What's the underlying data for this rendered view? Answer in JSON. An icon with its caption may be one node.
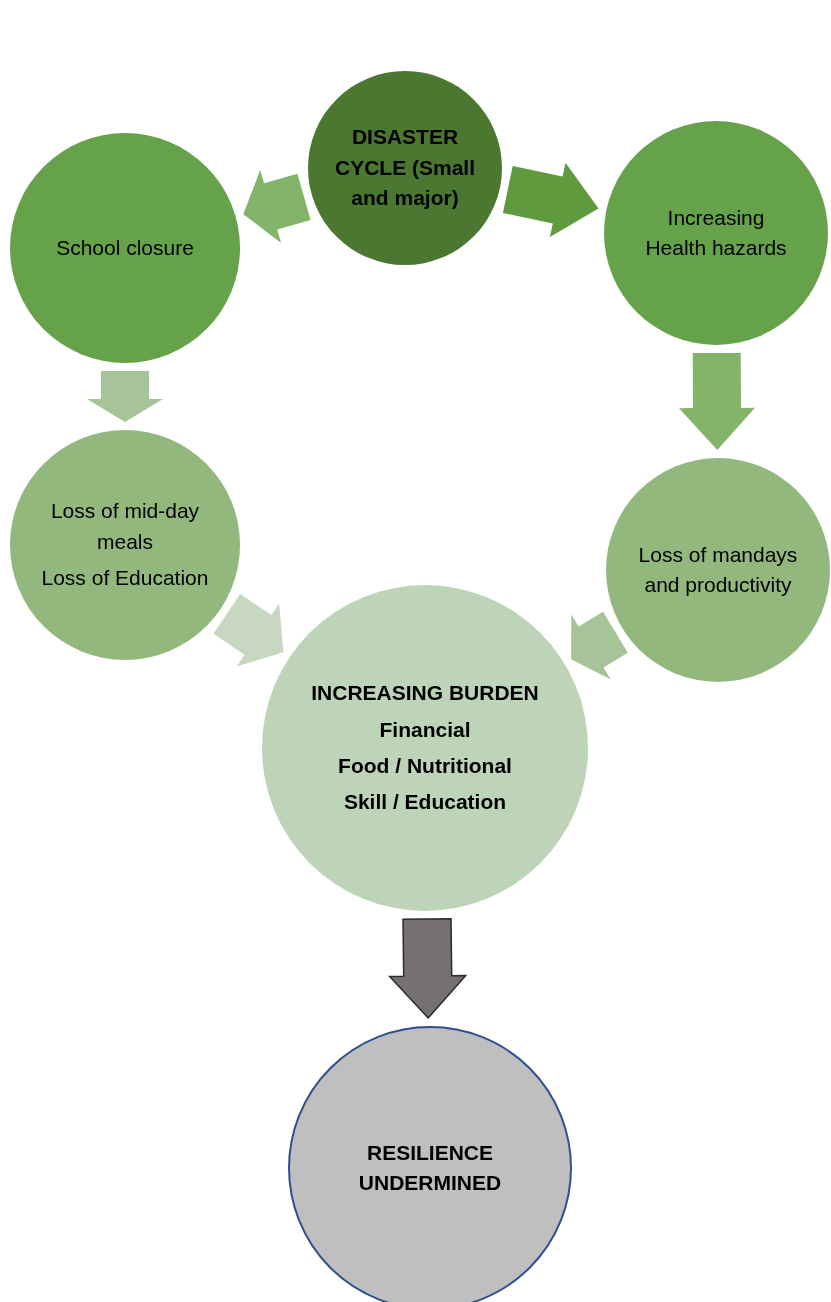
{
  "diagram": {
    "nodes": [
      {
        "text": [
          "DISASTER CYCLE (Small and major)"
        ]
      },
      {
        "text": [
          "School closure"
        ]
      },
      {
        "text": [
          "Increasing Health hazards"
        ]
      },
      {
        "text": [
          "Loss of mid-day meals",
          "Loss of Education"
        ]
      },
      {
        "text": [
          "Loss of mandays and productivity"
        ]
      },
      {
        "text": [
          "INCREASING BURDEN",
          "Financial",
          "Food / Nutritional",
          "Skill / Education"
        ]
      },
      {
        "text": [
          "RESILIENCE UNDERMINED"
        ]
      }
    ],
    "edges": [
      {
        "from": 0,
        "to": 1,
        "arrow": "to",
        "color": "#84b46a"
      },
      {
        "from": 0,
        "to": 2,
        "arrow": "to",
        "color": "#5f9a3f"
      },
      {
        "from": 1,
        "to": 3,
        "arrow": "to",
        "color": "#a6c497"
      },
      {
        "from": 2,
        "to": 4,
        "arrow": "to",
        "color": "#84b46a"
      },
      {
        "from": 3,
        "to": 5,
        "arrow": "to",
        "color": "#c8d8c0"
      },
      {
        "from": 4,
        "to": 5,
        "arrow": "to",
        "color": "#a6c497"
      },
      {
        "from": 5,
        "to": 6,
        "arrow": "to",
        "color": "#767171"
      }
    ]
  }
}
